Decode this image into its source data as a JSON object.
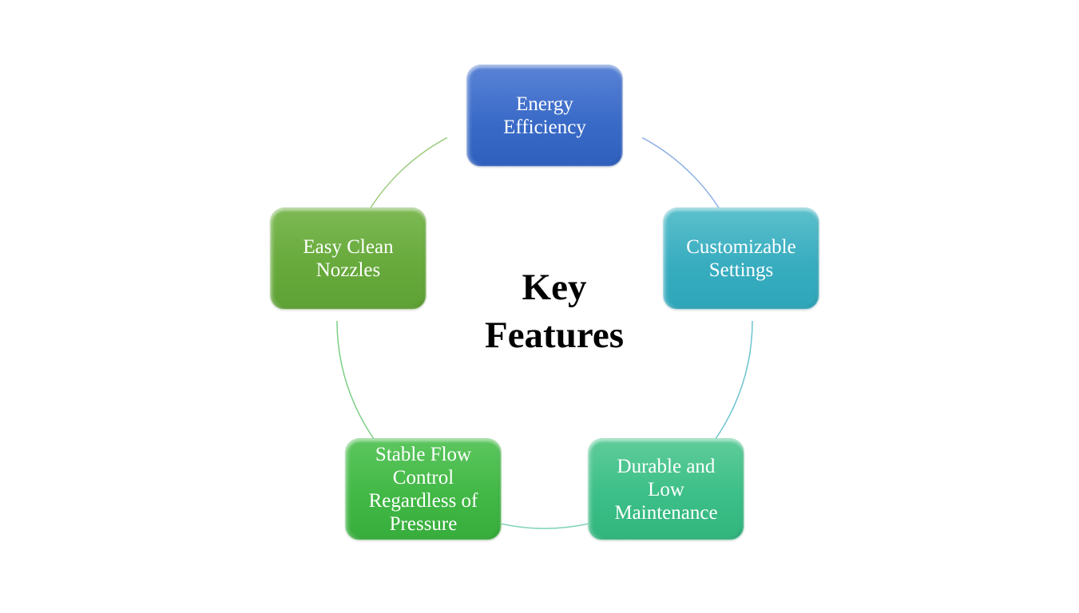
{
  "diagram": {
    "type": "cycle",
    "center_title": [
      "Key",
      "Features"
    ],
    "nodes": [
      {
        "id": "energy-efficiency",
        "lines": [
          "Energy",
          "Efficiency"
        ],
        "color": "#3a6bc8"
      },
      {
        "id": "customizable-settings",
        "lines": [
          "Customizable",
          "Settings"
        ],
        "color": "#38adc0"
      },
      {
        "id": "durable-low-maintenance",
        "lines": [
          "Durable and",
          "Low",
          "Maintenance"
        ],
        "color": "#3cbf88"
      },
      {
        "id": "stable-flow-control",
        "lines": [
          "Stable Flow",
          "Control",
          "Regardless of",
          "Pressure"
        ],
        "color": "#42b846"
      },
      {
        "id": "easy-clean-nozzles",
        "lines": [
          "Easy Clean",
          "Nozzles"
        ],
        "color": "#68aa3c"
      }
    ],
    "connector_colors": [
      "#8fb0e6",
      "#6cc3cf",
      "#7fd3b6",
      "#7dcf86",
      "#9ccc7e"
    ]
  }
}
